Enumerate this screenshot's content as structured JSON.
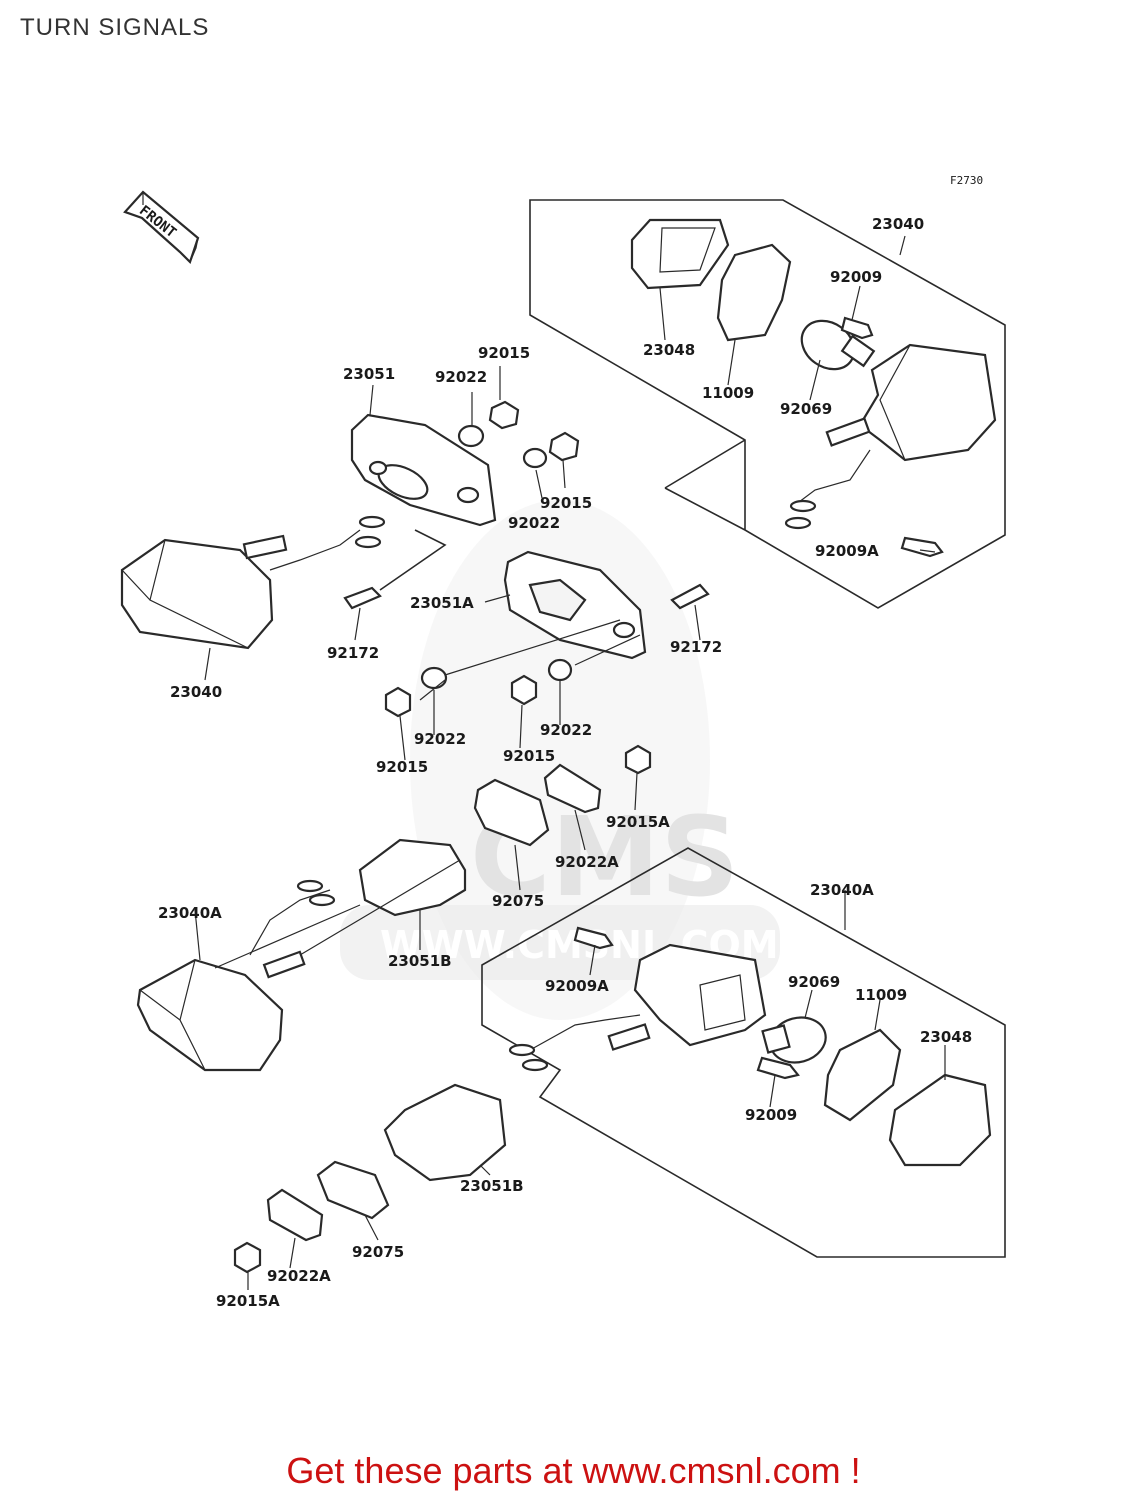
{
  "page_title": "TURN SIGNALS",
  "figure_code": "F2730",
  "front_marker": "FRONT",
  "watermark": {
    "logo": "CMS",
    "url": "WWW.CMSNL.COM"
  },
  "part_labels": [
    "23040",
    "92009",
    "23048",
    "11009",
    "92069",
    "92009A",
    "23051",
    "92015",
    "92022",
    "92015",
    "92022",
    "23040",
    "92172",
    "23051A",
    "92172",
    "92022",
    "92015",
    "92022",
    "92015",
    "92015A",
    "92022A",
    "92075",
    "23040A",
    "23051B",
    "23040A",
    "92009A",
    "92069",
    "11009",
    "23048",
    "92009",
    "23051B",
    "92075",
    "92022A",
    "92015A"
  ],
  "footer": "Get these parts at www.cmsnl.com !"
}
